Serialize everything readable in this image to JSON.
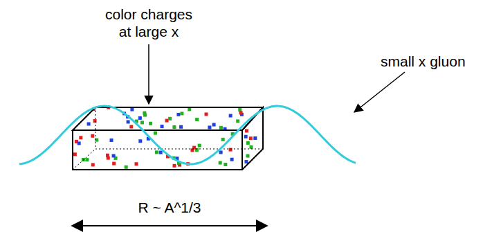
{
  "diagram": {
    "labels": [
      "color charges at large x",
      "small x gluon",
      "R ~ A^1/3"
    ]
  }
}
